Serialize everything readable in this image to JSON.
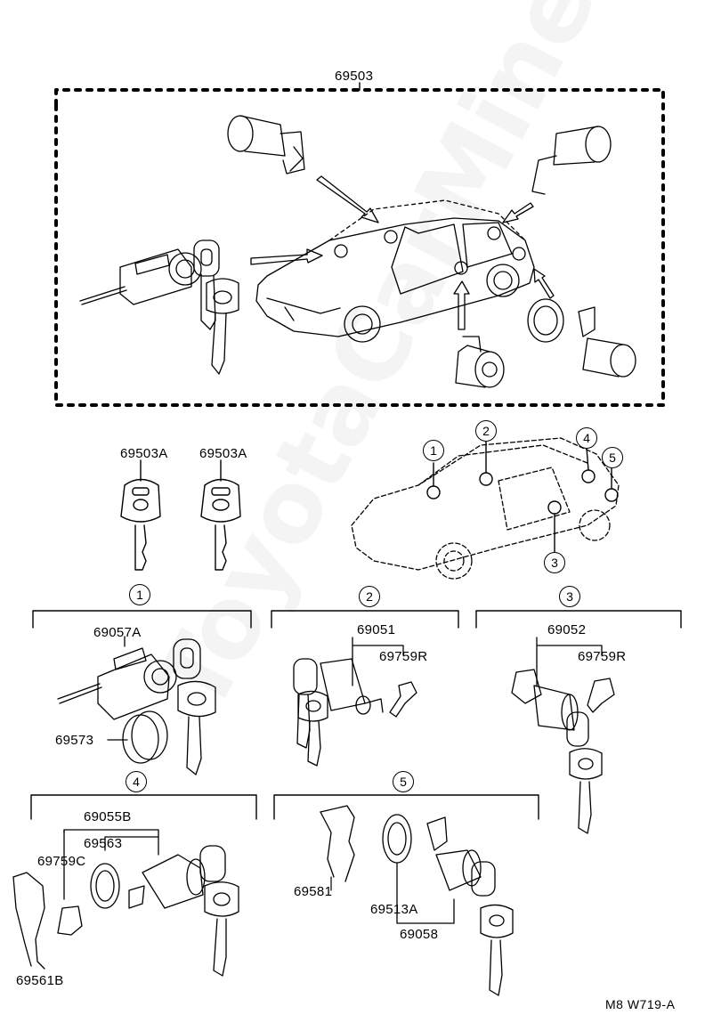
{
  "watermark": "ToyotaCarMine.ru",
  "drawing_code": "M8 W719-A",
  "labels": {
    "kit": "69503",
    "key_left": "69503A",
    "key_right": "69503A",
    "ignition_cyl": "69057A",
    "ignition_ring": "69573",
    "door_lh": "69051",
    "door_lh_lever": "69759R",
    "door_rh": "69052",
    "door_rh_lever": "69759R",
    "luggage_cyl": "69055B",
    "luggage_pad": "69563",
    "luggage_lever": "69759C",
    "luggage_retainer": "69561B",
    "fuel_retainer": "69581",
    "fuel_pad": "69513A",
    "fuel_cyl": "69058"
  },
  "callouts": {
    "loc1": "1",
    "loc2": "2",
    "loc3": "3",
    "loc4": "4",
    "loc5": "5",
    "grp1": "1",
    "grp2": "2",
    "grp3": "3",
    "grp4": "4",
    "grp5": "5"
  }
}
